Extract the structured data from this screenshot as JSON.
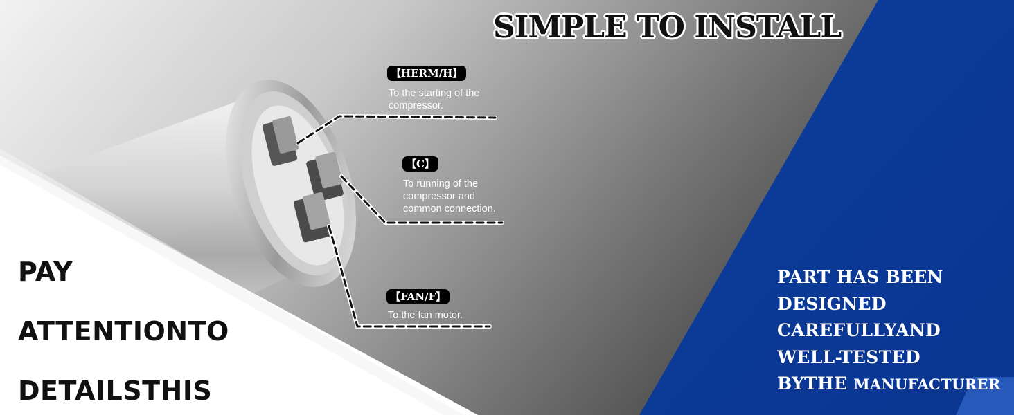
{
  "headline": "SIMPLE TO INSTALL",
  "terminals": [
    {
      "tag": "【HERM/H】",
      "desc_lines": [
        "To the starting of the",
        "compressor."
      ]
    },
    {
      "tag": "【C】",
      "desc_lines": [
        "To running of the",
        "compressor and",
        "common connection."
      ]
    },
    {
      "tag": "【FAN/F】",
      "desc_lines": [
        "To the fan motor."
      ]
    }
  ],
  "left_text": [
    "PAY",
    "ATTENTIONTO",
    "DETAILSTHIS"
  ],
  "right_text": [
    "PART HAS BEEN",
    "DESIGNED",
    "CAREFULLYAND",
    "WELL-TESTED"
  ],
  "right_text_last": {
    "lead": "BYTHE",
    "tail": "MANUFACTURER"
  },
  "colors": {
    "blue_panel": "#0c3e9e",
    "blue_light": "#2e63c4",
    "dark_gray": "#3a3a3a",
    "white": "#ffffff"
  }
}
